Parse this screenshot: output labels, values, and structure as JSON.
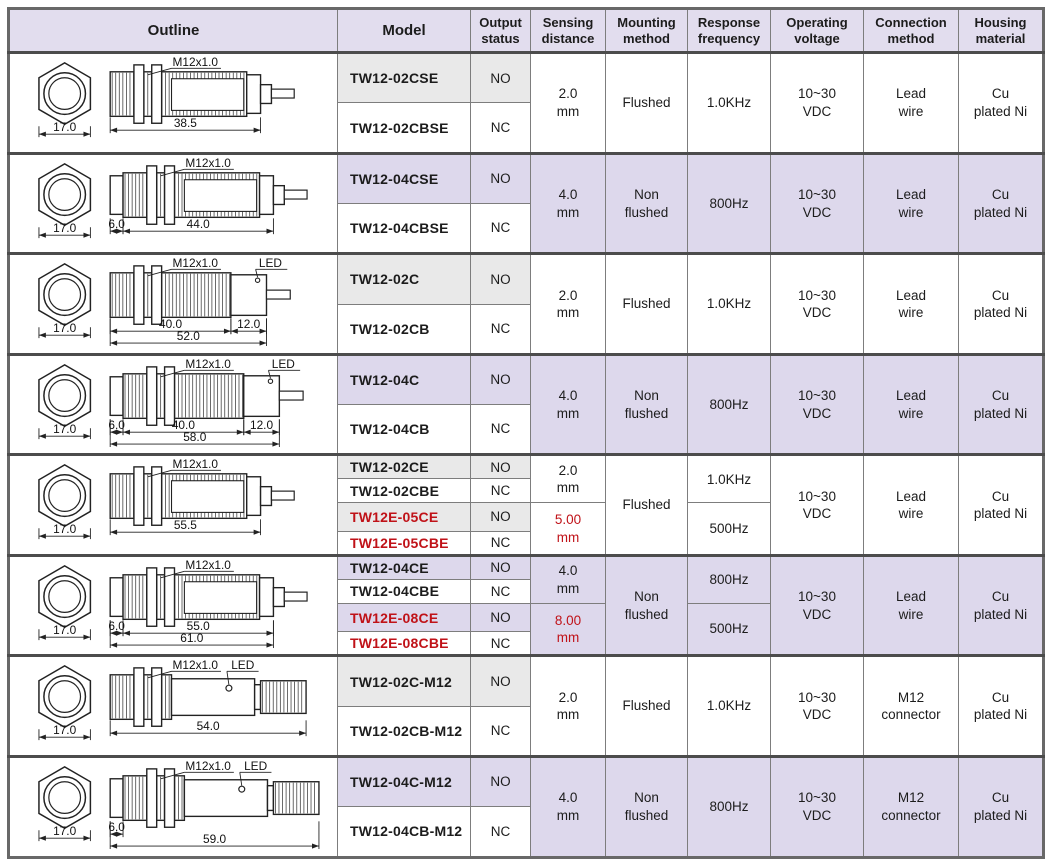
{
  "colors": {
    "header_bg": "#e2ddee",
    "row_highlight_lavender": "#ddd8ec",
    "model_shade_grey": "#e9e9e9",
    "accent_red": "#c01218",
    "grid_line": "#7d7d7d",
    "heavy_line": "#4c4c4c",
    "outer_border": "#686868"
  },
  "header": {
    "columns": [
      {
        "lines": [
          "Outline"
        ]
      },
      {
        "lines": [
          "Model"
        ]
      },
      {
        "lines": [
          "Output",
          "status"
        ]
      },
      {
        "lines": [
          "Sensing",
          "distance"
        ]
      },
      {
        "lines": [
          "Mounting",
          "method"
        ]
      },
      {
        "lines": [
          "Response",
          "frequency"
        ]
      },
      {
        "lines": [
          "Operating",
          "voltage"
        ]
      },
      {
        "lines": [
          "Connection",
          "method"
        ]
      },
      {
        "lines": [
          "Housing",
          "material"
        ]
      }
    ]
  },
  "groups": [
    {
      "shade": "white",
      "outline": {
        "style": "window",
        "tip": false,
        "led": false,
        "hex_label": "17.0",
        "thread_label": "M12x1.0",
        "dims": [
          {
            "label": "38.5",
            "from": "threadStart",
            "to": "bodyEnd",
            "level": 1
          }
        ]
      },
      "models": [
        {
          "name": "TW12-02CSE",
          "status": "NO",
          "red": false
        },
        {
          "name": "TW12-02CBSE",
          "status": "NC",
          "red": false
        }
      ],
      "sensing": [
        {
          "lines": [
            "2.0",
            "mm"
          ],
          "red": false
        }
      ],
      "mounting": [
        "Flushed"
      ],
      "response": [
        "1.0KHz"
      ],
      "voltage": [
        "10~30",
        "VDC"
      ],
      "connection": [
        "Lead",
        "wire"
      ],
      "housing": [
        "Cu",
        "plated Ni"
      ]
    },
    {
      "shade": "lavender",
      "outline": {
        "style": "window",
        "tip": true,
        "led": false,
        "hex_label": "17.0",
        "thread_label": "M12x1.0",
        "dims": [
          {
            "label": "6.0",
            "from": "tipStart",
            "to": "threadStart",
            "level": 1
          },
          {
            "label": "44.0",
            "from": "threadStart",
            "to": "bodyEnd",
            "level": 1
          }
        ]
      },
      "models": [
        {
          "name": "TW12-04CSE",
          "status": "NO",
          "red": false
        },
        {
          "name": "TW12-04CBSE",
          "status": "NC",
          "red": false
        }
      ],
      "sensing": [
        {
          "lines": [
            "4.0",
            "mm"
          ],
          "red": false
        }
      ],
      "mounting": [
        "Non",
        "flushed"
      ],
      "response": [
        "800Hz"
      ],
      "voltage": [
        "10~30",
        "VDC"
      ],
      "connection": [
        "Lead",
        "wire"
      ],
      "housing": [
        "Cu",
        "plated Ni"
      ]
    },
    {
      "shade": "white",
      "outline": {
        "style": "ledblock",
        "tip": false,
        "led": true,
        "hex_label": "17.0",
        "thread_label": "M12x1.0",
        "led_label": "LED",
        "dims": [
          {
            "label": "40.0",
            "from": "threadStart",
            "to": "threadEnd",
            "level": 1
          },
          {
            "label": "12.0",
            "from": "threadEnd",
            "to": "blockEnd",
            "level": 1
          },
          {
            "label": "52.0",
            "from": "threadStart",
            "to": "blockEnd",
            "level": 2
          }
        ]
      },
      "models": [
        {
          "name": "TW12-02C",
          "status": "NO",
          "red": false
        },
        {
          "name": "TW12-02CB",
          "status": "NC",
          "red": false
        }
      ],
      "sensing": [
        {
          "lines": [
            "2.0",
            "mm"
          ],
          "red": false
        }
      ],
      "mounting": [
        "Flushed"
      ],
      "response": [
        "1.0KHz"
      ],
      "voltage": [
        "10~30",
        "VDC"
      ],
      "connection": [
        "Lead",
        "wire"
      ],
      "housing": [
        "Cu",
        "plated Ni"
      ]
    },
    {
      "shade": "lavender",
      "outline": {
        "style": "ledblock",
        "tip": true,
        "led": true,
        "hex_label": "17.0",
        "thread_label": "M12x1.0",
        "led_label": "LED",
        "dims": [
          {
            "label": "6.0",
            "from": "tipStart",
            "to": "threadStart",
            "level": 1
          },
          {
            "label": "40.0",
            "from": "threadStart",
            "to": "threadEnd",
            "level": 1
          },
          {
            "label": "12.0",
            "from": "threadEnd",
            "to": "blockEnd",
            "level": 1
          },
          {
            "label": "58.0",
            "from": "tipStart",
            "to": "blockEnd",
            "level": 2
          }
        ]
      },
      "models": [
        {
          "name": "TW12-04C",
          "status": "NO",
          "red": false
        },
        {
          "name": "TW12-04CB",
          "status": "NC",
          "red": false
        }
      ],
      "sensing": [
        {
          "lines": [
            "4.0",
            "mm"
          ],
          "red": false
        }
      ],
      "mounting": [
        "Non",
        "flushed"
      ],
      "response": [
        "800Hz"
      ],
      "voltage": [
        "10~30",
        "VDC"
      ],
      "connection": [
        "Lead",
        "wire"
      ],
      "housing": [
        "Cu",
        "plated Ni"
      ]
    },
    {
      "shade": "white",
      "outline": {
        "style": "window",
        "tip": false,
        "led": false,
        "hex_label": "17.0",
        "thread_label": "M12x1.0",
        "dims": [
          {
            "label": "55.5",
            "from": "threadStart",
            "to": "bodyEnd",
            "level": 1
          }
        ]
      },
      "models": [
        {
          "name": "TW12-02CE",
          "status": "NO",
          "red": false
        },
        {
          "name": "TW12-02CBE",
          "status": "NC",
          "red": false
        },
        {
          "name": "TW12E-05CE",
          "status": "NO",
          "red": true
        },
        {
          "name": "TW12E-05CBE",
          "status": "NC",
          "red": true
        }
      ],
      "sensing": [
        {
          "lines": [
            "2.0",
            "mm"
          ],
          "red": false
        },
        {
          "lines": [
            "5.00",
            "mm"
          ],
          "red": true
        }
      ],
      "mounting": [
        "Flushed"
      ],
      "response": [
        "1.0KHz",
        "500Hz"
      ],
      "voltage": [
        "10~30",
        "VDC"
      ],
      "connection": [
        "Lead",
        "wire"
      ],
      "housing": [
        "Cu",
        "plated Ni"
      ]
    },
    {
      "shade": "lavender",
      "outline": {
        "style": "window",
        "tip": true,
        "led": false,
        "hex_label": "17.0",
        "thread_label": "M12x1.0",
        "dims": [
          {
            "label": "6.0",
            "from": "tipStart",
            "to": "threadStart",
            "level": 1
          },
          {
            "label": "55.0",
            "from": "threadStart",
            "to": "bodyEnd",
            "level": 1
          },
          {
            "label": "61.0",
            "from": "tipStart",
            "to": "bodyEnd",
            "level": 2
          }
        ]
      },
      "models": [
        {
          "name": "TW12-04CE",
          "status": "NO",
          "red": false
        },
        {
          "name": "TW12-04CBE",
          "status": "NC",
          "red": false
        },
        {
          "name": "TW12E-08CE",
          "status": "NO",
          "red": true
        },
        {
          "name": "TW12E-08CBE",
          "status": "NC",
          "red": true
        }
      ],
      "sensing": [
        {
          "lines": [
            "4.0",
            "mm"
          ],
          "red": false
        },
        {
          "lines": [
            "8.00",
            "mm"
          ],
          "red": true
        }
      ],
      "mounting": [
        "Non",
        "flushed"
      ],
      "response": [
        "800Hz",
        "500Hz"
      ],
      "voltage": [
        "10~30",
        "VDC"
      ],
      "connection": [
        "Lead",
        "wire"
      ],
      "housing": [
        "Cu",
        "plated Ni"
      ]
    },
    {
      "shade": "white",
      "outline": {
        "style": "m12",
        "tip": false,
        "led": true,
        "hex_label": "17.0",
        "thread_label": "M12x1.0",
        "led_label": "LED",
        "dims": [
          {
            "label": "54.0",
            "from": "threadStart",
            "to": "rearEnd",
            "level": 1
          }
        ]
      },
      "models": [
        {
          "name": "TW12-02C-M12",
          "status": "NO",
          "red": false
        },
        {
          "name": "TW12-02CB-M12",
          "status": "NC",
          "red": false
        }
      ],
      "sensing": [
        {
          "lines": [
            "2.0",
            "mm"
          ],
          "red": false
        }
      ],
      "mounting": [
        "Flushed"
      ],
      "response": [
        "1.0KHz"
      ],
      "voltage": [
        "10~30",
        "VDC"
      ],
      "connection": [
        "M12",
        "connector"
      ],
      "housing": [
        "Cu",
        "plated Ni"
      ]
    },
    {
      "shade": "lavender",
      "outline": {
        "style": "m12",
        "tip": true,
        "led": true,
        "hex_label": "17.0",
        "thread_label": "M12x1.0",
        "led_label": "LED",
        "dims": [
          {
            "label": "6.0",
            "from": "tipStart",
            "to": "threadStart",
            "level": 1
          },
          {
            "label": "59.0",
            "from": "tipStart",
            "to": "rearEnd",
            "level": 2
          }
        ]
      },
      "models": [
        {
          "name": "TW12-04C-M12",
          "status": "NO",
          "red": false
        },
        {
          "name": "TW12-04CB-M12",
          "status": "NC",
          "red": false
        }
      ],
      "sensing": [
        {
          "lines": [
            "4.0",
            "mm"
          ],
          "red": false
        }
      ],
      "mounting": [
        "Non",
        "flushed"
      ],
      "response": [
        "800Hz"
      ],
      "voltage": [
        "10~30",
        "VDC"
      ],
      "connection": [
        "M12",
        "connector"
      ],
      "housing": [
        "Cu",
        "plated Ni"
      ]
    }
  ]
}
